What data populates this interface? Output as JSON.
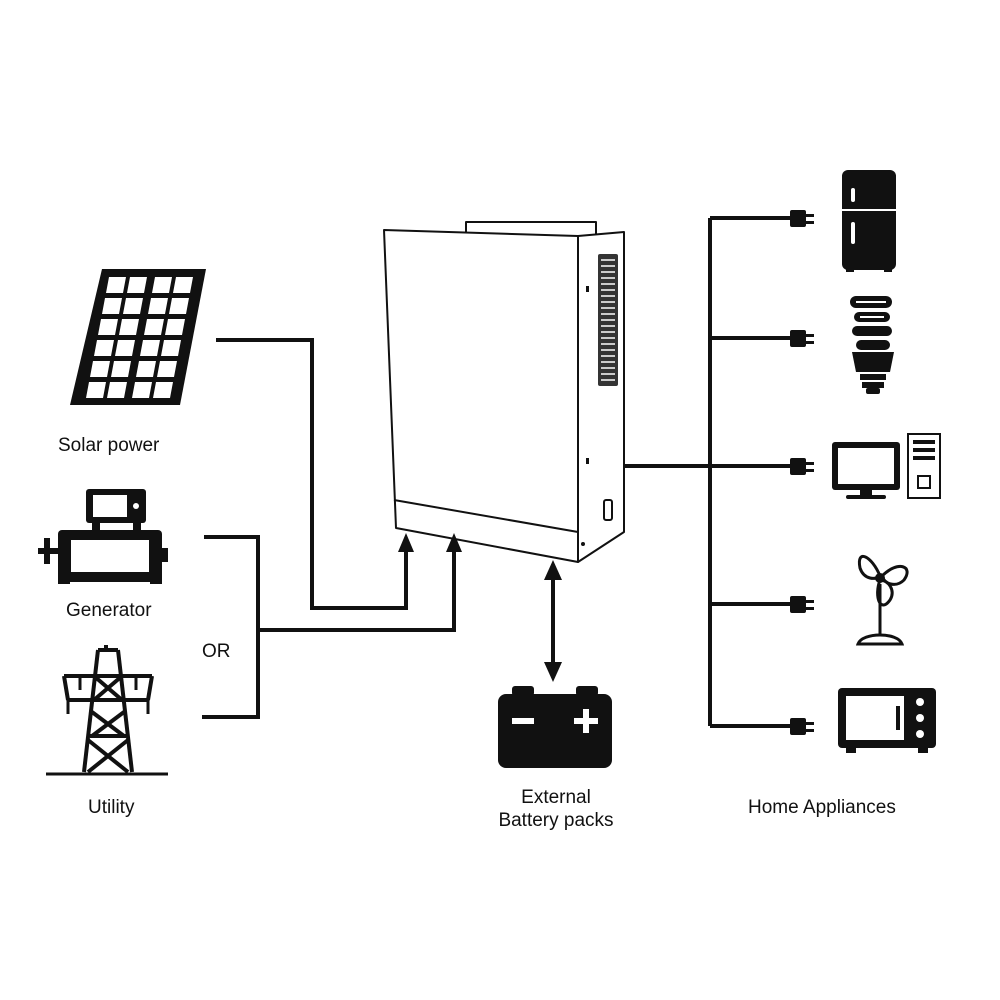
{
  "sources": {
    "solar_label": "Solar power",
    "generator_label": "Generator",
    "or_label": "OR",
    "utility_label": "Utility"
  },
  "storage": {
    "line1": "External",
    "line2": "Battery packs"
  },
  "loads": {
    "label": "Home Appliances",
    "items": [
      "refrigerator-icon",
      "light-bulb-icon",
      "computer-icon",
      "fan-icon",
      "microwave-icon"
    ]
  },
  "colors": {
    "line": "#111111",
    "background": "#ffffff"
  }
}
